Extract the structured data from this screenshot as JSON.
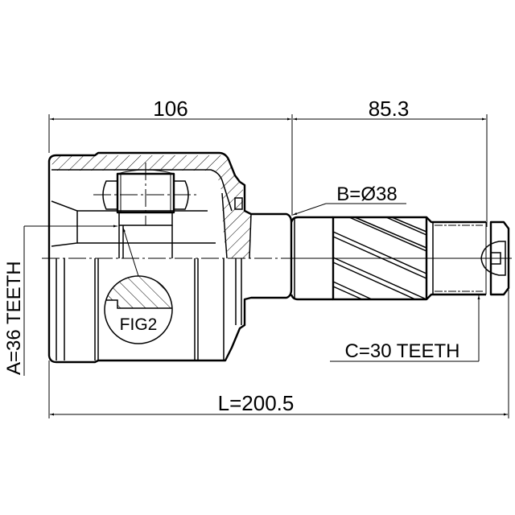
{
  "drawing": {
    "title": "CV joint outer (inner) technical drawing",
    "dimensions": {
      "body_length": "106",
      "shaft_length": "85.3",
      "total_length": "L=200.5"
    },
    "callouts": {
      "outer_spline": "A=36 TEETH",
      "shaft_diameter": "B=Ø38",
      "shaft_spline": "C=30 TEETH",
      "detail_figure": "FIG2"
    },
    "colors": {
      "line": "#000000",
      "background": "#ffffff"
    }
  }
}
